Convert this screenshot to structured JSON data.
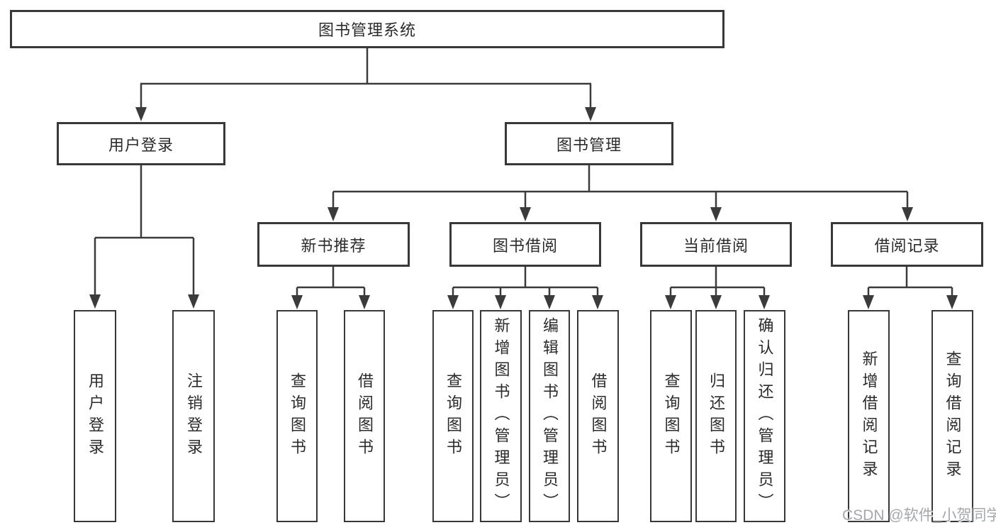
{
  "diagram": {
    "title": "图书管理系统",
    "nodes": {
      "root": "图书管理系统",
      "user_login": "用户登录",
      "book_mgmt": "图书管理",
      "login": "用户登录",
      "logout": "注销登录",
      "new_book_rec": "新书推荐",
      "book_borrow": "图书借阅",
      "current_borrow": "当前借阅",
      "borrow_record": "借阅记录",
      "nbr_query_book": "查询图书",
      "nbr_borrow_book": "借阅图书",
      "bb_query_book": "查询图书",
      "bb_add_book": "新增图书（管理员）",
      "bb_edit_book": "编辑图书（管理员）",
      "bb_borrow_book": "借阅图书",
      "cb_query_book": "查询图书",
      "cb_return_book": "归还图书",
      "cb_confirm_return": "确认归还（管理员）",
      "br_add_record": "新增借阅记录",
      "br_query_record": "查询借阅记录"
    },
    "colors": {
      "line": "#3b3b3b",
      "border": "#383838",
      "text": "#2b2b2b",
      "background": "#ffffff",
      "watermark": "#a4a7ac"
    }
  },
  "watermark": {
    "text": "CSDN @软件_小贺同学"
  }
}
